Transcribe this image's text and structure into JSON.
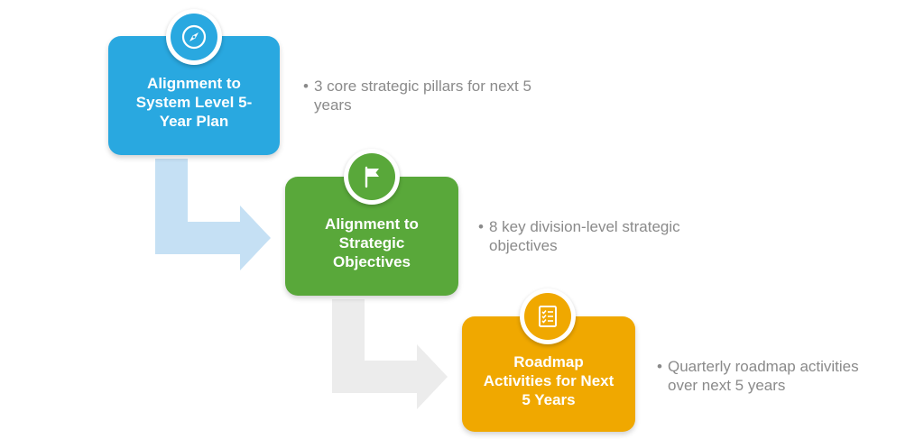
{
  "colors": {
    "step1": "#29a8e0",
    "step2": "#59a83a",
    "step3": "#f0a800",
    "arrow1": "#c5e0f4",
    "arrow2": "#ececec",
    "note_text": "#8a8a8a"
  },
  "steps": [
    {
      "title": "Alignment to\nSystem Level 5-\nYear Plan",
      "icon": "compass-icon",
      "note": "3 core strategic pillars for next 5 years"
    },
    {
      "title": "Alignment to\nStrategic\nObjectives",
      "icon": "flag-icon",
      "note": "8 key division-level strategic objectives"
    },
    {
      "title": "Roadmap\nActivities for Next\n5 Years",
      "icon": "checklist-icon",
      "note": "Quarterly roadmap activities over next 5 years"
    }
  ]
}
